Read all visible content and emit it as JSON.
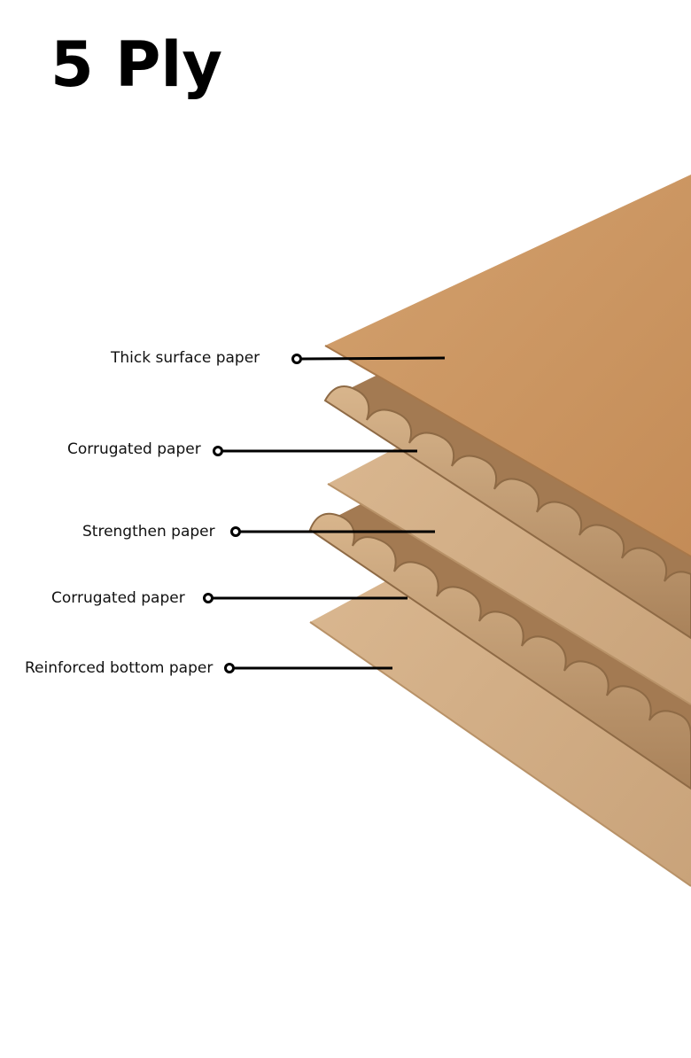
{
  "title": "5 Ply",
  "colors": {
    "surface_top": "#CD9A66",
    "surface_shade": "#C28A56",
    "kraft": "#D6B289",
    "kraft_dark": "#B78F64",
    "kraft_shadow": "#8E6A45",
    "leader_line": "#000000"
  },
  "layers": [
    {
      "label": "Thick surface paper"
    },
    {
      "label": "Corrugated paper"
    },
    {
      "label": "Strengthen paper"
    },
    {
      "label": "Corrugated paper"
    },
    {
      "label": "Reinforced bottom paper"
    }
  ]
}
